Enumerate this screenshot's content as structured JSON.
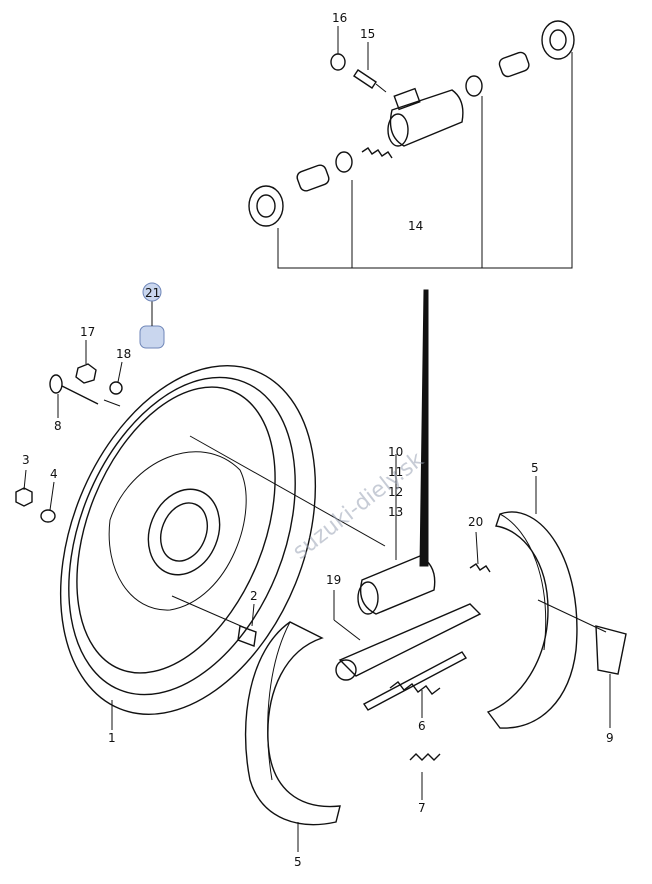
{
  "callouts": [
    {
      "id": "16",
      "text": "16"
    },
    {
      "id": "15",
      "text": "15"
    },
    {
      "id": "14",
      "text": "14"
    },
    {
      "id": "21",
      "text": "21",
      "highlighted": true
    },
    {
      "id": "17",
      "text": "17"
    },
    {
      "id": "18",
      "text": "18"
    },
    {
      "id": "8",
      "text": "8"
    },
    {
      "id": "3",
      "text": "3"
    },
    {
      "id": "4",
      "text": "4"
    },
    {
      "id": "10",
      "text": "10"
    },
    {
      "id": "11",
      "text": "11"
    },
    {
      "id": "12",
      "text": "12"
    },
    {
      "id": "13",
      "text": "13"
    },
    {
      "id": "5a",
      "text": "5"
    },
    {
      "id": "20",
      "text": "20"
    },
    {
      "id": "19",
      "text": "19"
    },
    {
      "id": "2",
      "text": "2"
    },
    {
      "id": "1",
      "text": "1"
    },
    {
      "id": "6",
      "text": "6"
    },
    {
      "id": "9",
      "text": "9"
    },
    {
      "id": "7",
      "text": "7"
    },
    {
      "id": "5b",
      "text": "5"
    }
  ],
  "watermark": "suzuki-diely.sk",
  "colors": {
    "line": "#111111",
    "highlight": "#c9d6ee",
    "watermark": "#9aa3b5"
  }
}
